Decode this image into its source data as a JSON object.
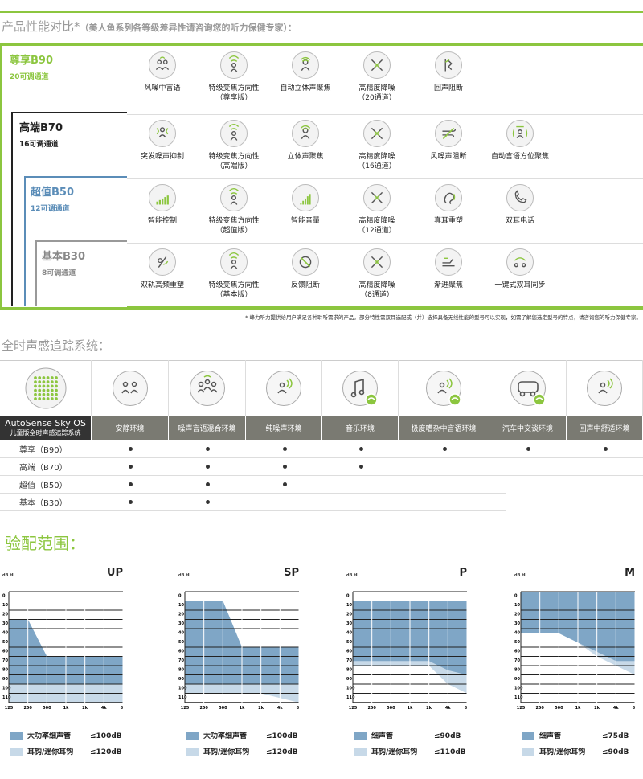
{
  "section1": {
    "title": "产品性能对比*",
    "subtitle": "（美人鱼系列各等级差异性请咨询您的听力保健专家）：",
    "footnote": "* 峰力听力提供给用户满足各种聆听需求的产品。部分特性需双耳选配或（并）选择具备无线性能的型号可以实现，如需了解您选定型号的特点，请咨询您的听力保健专家。"
  },
  "tiers": [
    {
      "name": "尊享B90",
      "sub": "20可调通道",
      "color": "#8cc63f",
      "features": [
        {
          "icon": "speech-in-wind-icon",
          "label": "风噪中言语"
        },
        {
          "icon": "directional-icon",
          "label": "特级变焦方向性\n（尊享版）"
        },
        {
          "icon": "auto-stereo-icon",
          "label": "自动立体声聚焦"
        },
        {
          "icon": "noise-reduction-icon",
          "label": "高精度降噪\n（20通道）"
        },
        {
          "icon": "echo-block-icon",
          "label": "回声阻断"
        }
      ]
    },
    {
      "name": "高端B70",
      "sub": "16可调通道",
      "color": "#222222",
      "features": [
        {
          "icon": "sudden-noise-icon",
          "label": "突发噪声抑制"
        },
        {
          "icon": "directional-icon",
          "label": "特级变焦方向性\n（高端版）"
        },
        {
          "icon": "stereo-focus-icon",
          "label": "立体声聚焦"
        },
        {
          "icon": "noise-reduction-icon",
          "label": "高精度降噪\n（16通道）"
        },
        {
          "icon": "wind-block-icon",
          "label": "风噪声阻断"
        },
        {
          "icon": "speech-locator-icon",
          "label": "自动言语方位聚焦"
        }
      ]
    },
    {
      "name": "超值B50",
      "sub": "12可调通道",
      "color": "#5b8db8",
      "features": [
        {
          "icon": "smart-control-icon",
          "label": "智能控制"
        },
        {
          "icon": "directional-icon",
          "label": "特级变焦方向性\n（超值版）"
        },
        {
          "icon": "smart-volume-icon",
          "label": "智能音量"
        },
        {
          "icon": "noise-reduction-icon",
          "label": "高精度降噪\n（12通道）"
        },
        {
          "icon": "real-ear-icon",
          "label": "真耳重塑"
        },
        {
          "icon": "phone-icon",
          "label": "双耳电话"
        }
      ]
    },
    {
      "name": "基本B30",
      "sub": "8可调通道",
      "color": "#888888",
      "features": [
        {
          "icon": "dual-path-icon",
          "label": "双轨高频重塑"
        },
        {
          "icon": "directional-icon",
          "label": "特级变焦方向性\n（基本版）"
        },
        {
          "icon": "feedback-icon",
          "label": "反馈阻断"
        },
        {
          "icon": "noise-reduction-icon",
          "label": "高精度降噪\n（8通道）"
        },
        {
          "icon": "soft-focus-icon",
          "label": "渐进聚焦"
        },
        {
          "icon": "sync-icon",
          "label": "一键式双耳同步"
        }
      ]
    }
  ],
  "section2": {
    "title": "全时声感追踪系统：",
    "os_name": "AutoSense Sky OS",
    "os_sub": "儿童版全时声感追踪系统",
    "envs": [
      "安静环境",
      "噪声言语混合环境",
      "纯噪声环境",
      "音乐环境",
      "极度嘈杂中言语环境",
      "汽车中交谈环境",
      "回声中舒适环境"
    ],
    "env_icons": [
      "quiet-icon",
      "speech-in-noise-icon",
      "noise-only-icon",
      "music-icon",
      "loud-speech-icon",
      "car-icon",
      "reverb-icon"
    ],
    "rows": [
      {
        "label": "尊享（B90）",
        "dots": [
          1,
          1,
          1,
          1,
          1,
          1,
          1
        ]
      },
      {
        "label": "高端（B70）",
        "dots": [
          1,
          1,
          1,
          1,
          0,
          0,
          0
        ]
      },
      {
        "label": "超值（B50）",
        "dots": [
          1,
          1,
          1,
          0,
          0,
          0,
          0
        ]
      },
      {
        "label": "基本（B30）",
        "dots": [
          1,
          1,
          0,
          0,
          0,
          0,
          0
        ]
      }
    ]
  },
  "section3": {
    "title": "验配范围：",
    "db_label": "dB HL",
    "y_ticks": [
      "0",
      "10",
      "20",
      "30",
      "40",
      "50",
      "60",
      "70",
      "80",
      "90",
      "100",
      "110"
    ],
    "x_ticks": [
      "125",
      "250",
      "500",
      "1k",
      "2k",
      "4k",
      "8k"
    ],
    "colors": {
      "dark": "#7fa6c6",
      "light": "#c7d9e8"
    },
    "charts": [
      {
        "title": "UP",
        "legend": [
          {
            "label": "大功率细声管",
            "value": "≤100dB"
          },
          {
            "label": "耳钩/迷你耳钩",
            "value": "≤120dB"
          }
        ],
        "dark": [
          30,
          30,
          70,
          70,
          70,
          70,
          70
        ],
        "dark_bottom": 100,
        "light_bottom": 120
      },
      {
        "title": "SP",
        "legend": [
          {
            "label": "大功率细声管",
            "value": "≤100dB"
          },
          {
            "label": "耳钩/迷你耳钩",
            "value": "≤120dB"
          }
        ],
        "dark": [
          10,
          10,
          10,
          60,
          60,
          60,
          60
        ],
        "dark_bottom": [
          100,
          100,
          100,
          100,
          100,
          100,
          100
        ],
        "light_bottom": [
          110,
          110,
          110,
          110,
          110,
          115,
          120
        ]
      },
      {
        "title": "P",
        "legend": [
          {
            "label": "细声管",
            "value": "≤90dB"
          },
          {
            "label": "耳钩/迷你耳钩",
            "value": "≤110dB"
          }
        ],
        "dark": [
          10,
          10,
          10,
          10,
          10,
          10,
          10
        ],
        "dark_bottom": [
          75,
          75,
          75,
          75,
          75,
          85,
          90
        ],
        "light_bottom": [
          80,
          80,
          80,
          80,
          80,
          100,
          110
        ]
      },
      {
        "title": "M",
        "legend": [
          {
            "label": "细声管",
            "value": "≤75dB"
          },
          {
            "label": "耳钩/迷你耳钩",
            "value": "≤90dB"
          }
        ],
        "dark": [
          0,
          0,
          0,
          0,
          0,
          0,
          0
        ],
        "dark_bottom": [
          45,
          45,
          45,
          55,
          65,
          75,
          75
        ],
        "light_bottom": [
          45,
          45,
          45,
          55,
          70,
          80,
          90
        ]
      }
    ]
  }
}
